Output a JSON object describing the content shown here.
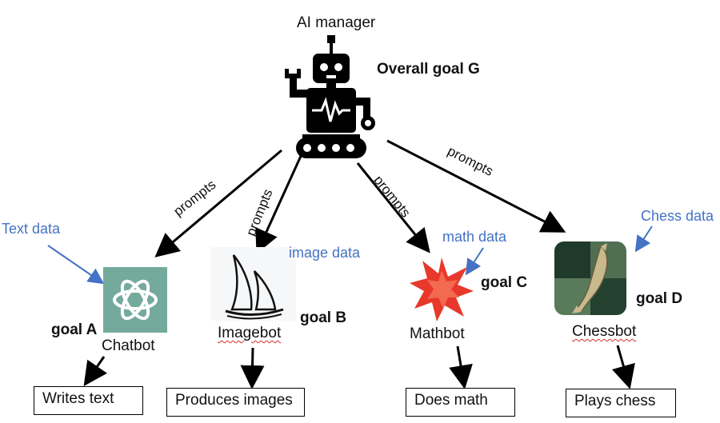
{
  "manager": {
    "title": "AI manager",
    "goal": "Overall goal G"
  },
  "prompt_label": "prompts",
  "bots": {
    "chat": {
      "name": "Chatbot",
      "goal": "goal A",
      "data": "Text data",
      "task": "Writes text"
    },
    "image": {
      "name": "Imagebot",
      "goal": "goal B",
      "data": "image data",
      "task": "Produces images"
    },
    "math": {
      "name": "Mathbot",
      "goal": "goal C",
      "data": "math data",
      "task": "Does math"
    },
    "chess": {
      "name": "Chessbot",
      "goal": "goal D",
      "data": "Chess data",
      "task": "Plays chess"
    }
  },
  "colors": {
    "data_label": "#4472c4",
    "chatgpt_bg": "#74aa9c",
    "mathbot": "#e8382b"
  }
}
